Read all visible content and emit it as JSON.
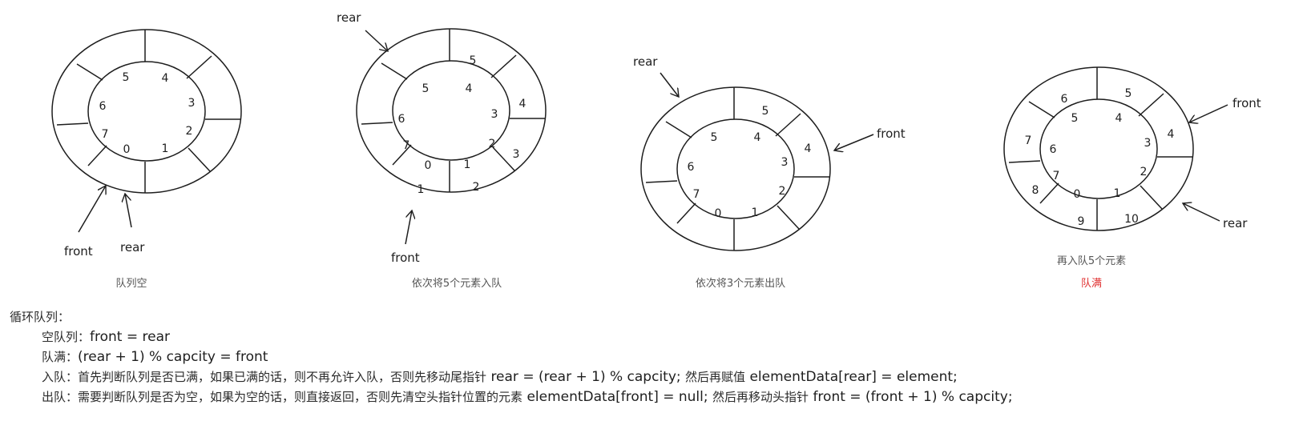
{
  "diagrams": [
    {
      "caption": "队列空",
      "inner_numbers": [
        "0",
        "1",
        "2",
        "3",
        "4",
        "5",
        "6",
        "7"
      ],
      "slot_values": [],
      "pointers": [
        {
          "label": "front"
        },
        {
          "label": "rear"
        }
      ]
    },
    {
      "caption": "依次将5个元素入队",
      "inner_numbers": [
        "0",
        "1",
        "2",
        "3",
        "4",
        "5",
        "6",
        "7"
      ],
      "slot_values": [
        "1",
        "2",
        "3",
        "4",
        "5"
      ],
      "pointers": [
        {
          "label": "rear"
        },
        {
          "label": "front"
        }
      ]
    },
    {
      "caption": "依次将3个元素出队",
      "inner_numbers": [
        "0",
        "1",
        "2",
        "3",
        "4",
        "5",
        "6",
        "7"
      ],
      "slot_values": [
        "4",
        "5"
      ],
      "pointers": [
        {
          "label": "rear"
        },
        {
          "label": "front"
        }
      ]
    },
    {
      "caption_top": "再入队5个元素",
      "caption": "队满",
      "inner_numbers": [
        "0",
        "1",
        "2",
        "3",
        "4",
        "5",
        "6",
        "7"
      ],
      "slot_values": [
        "9",
        "10",
        "4",
        "5",
        "6",
        "7",
        "8"
      ],
      "pointers": [
        {
          "label": "front"
        },
        {
          "label": "rear"
        }
      ]
    }
  ],
  "colors": {
    "green": "#2f9e44",
    "red": "#e03131",
    "stroke": "#1e1e1e"
  },
  "notes": {
    "title": "循环队列：",
    "empty_label": "空队列：",
    "empty_formula": "front = rear",
    "full_label": "队满：",
    "full_formula": "(rear + 1) % capcity = front",
    "enqueue_label": "入队：",
    "enqueue_text1": "首先判断队列是否已满，如果已满的话，则不再允许入队，否则先移动尾指针",
    "enqueue_code1": "rear = (rear + 1) % capcity;",
    "enqueue_text2": "然后再赋值",
    "enqueue_code2": "elementData[rear] = element;",
    "dequeue_label": "出队：",
    "dequeue_text1": "需要判断队列是否为空，如果为空的话，则直接返回，否则先清空头指针位置的元素",
    "dequeue_code1": "elementData[front] = null;",
    "dequeue_text2": "然后再移动头指针",
    "dequeue_code2": "front = (front + 1) % capcity;"
  }
}
